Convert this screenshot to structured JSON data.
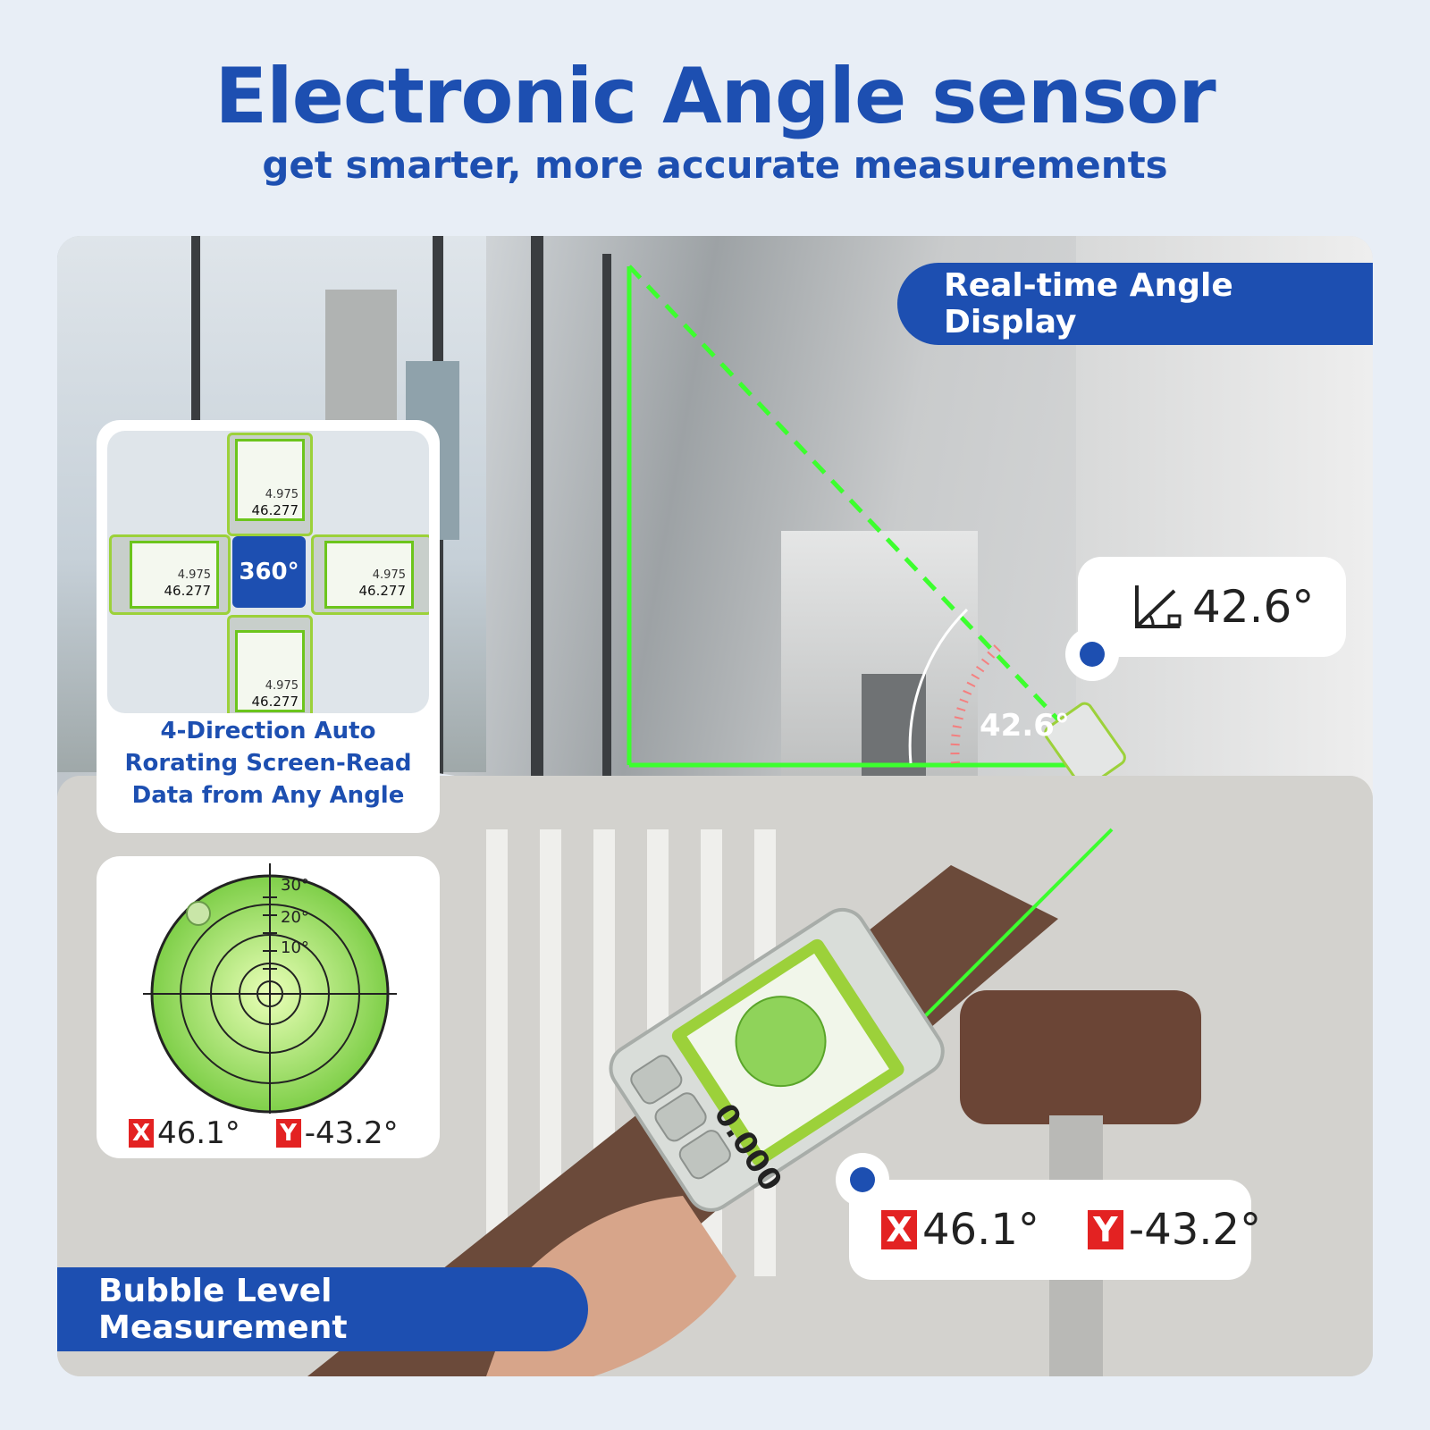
{
  "header": {
    "title": "Electronic Angle sensor",
    "subtitle": "get smarter, more accurate measurements"
  },
  "top_panel": {
    "label": "Real-time Angle Display",
    "angle_readout": "42.6°",
    "angle_overlay": "42.6°"
  },
  "rotation_card": {
    "badge": "360°",
    "readings": {
      "distance_small": "4.975",
      "distance_large": "46.277"
    },
    "caption_line1": "4-Direction Auto",
    "caption_line2": "Rorating Screen-Read",
    "caption_line3": "Data from Any Angle"
  },
  "bubble_card": {
    "scale_labels": [
      "30°",
      "20°",
      "10°"
    ],
    "x_label": "X",
    "x_value": "46.1°",
    "y_label": "Y",
    "y_value": "-43.2°"
  },
  "bottom_panel": {
    "label": "Bubble Level Measurement",
    "x_label": "X",
    "x_value": "46.1°",
    "y_label": "Y",
    "y_value": "-43.2°",
    "device_reading": "0.000"
  },
  "colors": {
    "brand_blue": "#1d4fb1",
    "laser_green": "#3cff2e",
    "xy_red": "#e32222"
  }
}
